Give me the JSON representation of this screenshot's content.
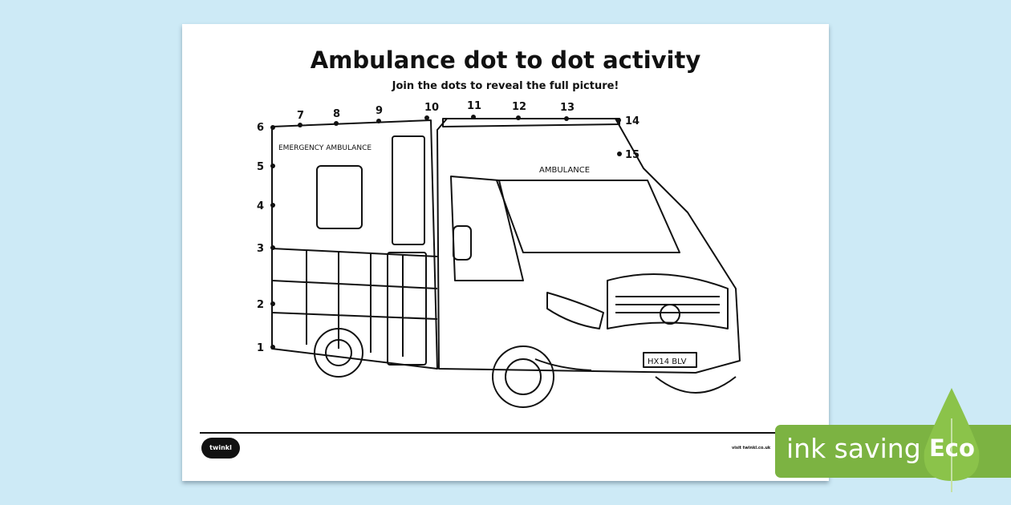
{
  "worksheet": {
    "title": "Ambulance dot to dot activity",
    "subtitle": "Join the dots to reveal the full picture!",
    "dot_numbers": [
      "1",
      "2",
      "3",
      "4",
      "5",
      "6",
      "7",
      "8",
      "9",
      "10",
      "11",
      "12",
      "13",
      "14",
      "15"
    ],
    "side_label": "EMERGENCY AMBULANCE",
    "front_label": "AMBULANCE",
    "plate": "HX14 BLV"
  },
  "footer": {
    "logo": "twinkl",
    "link": "visit twinkl.co.uk"
  },
  "badge": {
    "text": "ink saving",
    "eco": "Eco",
    "color": "#7cb342"
  }
}
